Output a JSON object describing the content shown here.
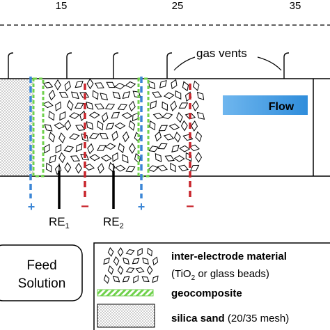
{
  "scale": {
    "ticks": [
      "15",
      "25",
      "35"
    ]
  },
  "labels": {
    "gas_vents": "gas vents",
    "flow": "Flow",
    "feed_solution_line1": "Feed",
    "feed_solution_line2": "Solution",
    "re1_base": "RE",
    "re1_sub": "1",
    "re2_base": "RE",
    "re2_sub": "2",
    "plus": "+",
    "minus": "−"
  },
  "legend": {
    "interelectrode_title": "inter-electrode material",
    "interelectrode_sub_pre": "(TiO",
    "interelectrode_sub_sub": "2",
    "interelectrode_sub_post": " or glass beads)",
    "geocomposite": "geocomposite",
    "silica_bold": "silica sand",
    "silica_rest": " (20/35 mesh)"
  },
  "colors": {
    "anode_blue": "#3b86d6",
    "cathode_red": "#c8242b",
    "flow_arrow": "#3e9ae0",
    "geocomposite_green": "#6fd14b"
  }
}
